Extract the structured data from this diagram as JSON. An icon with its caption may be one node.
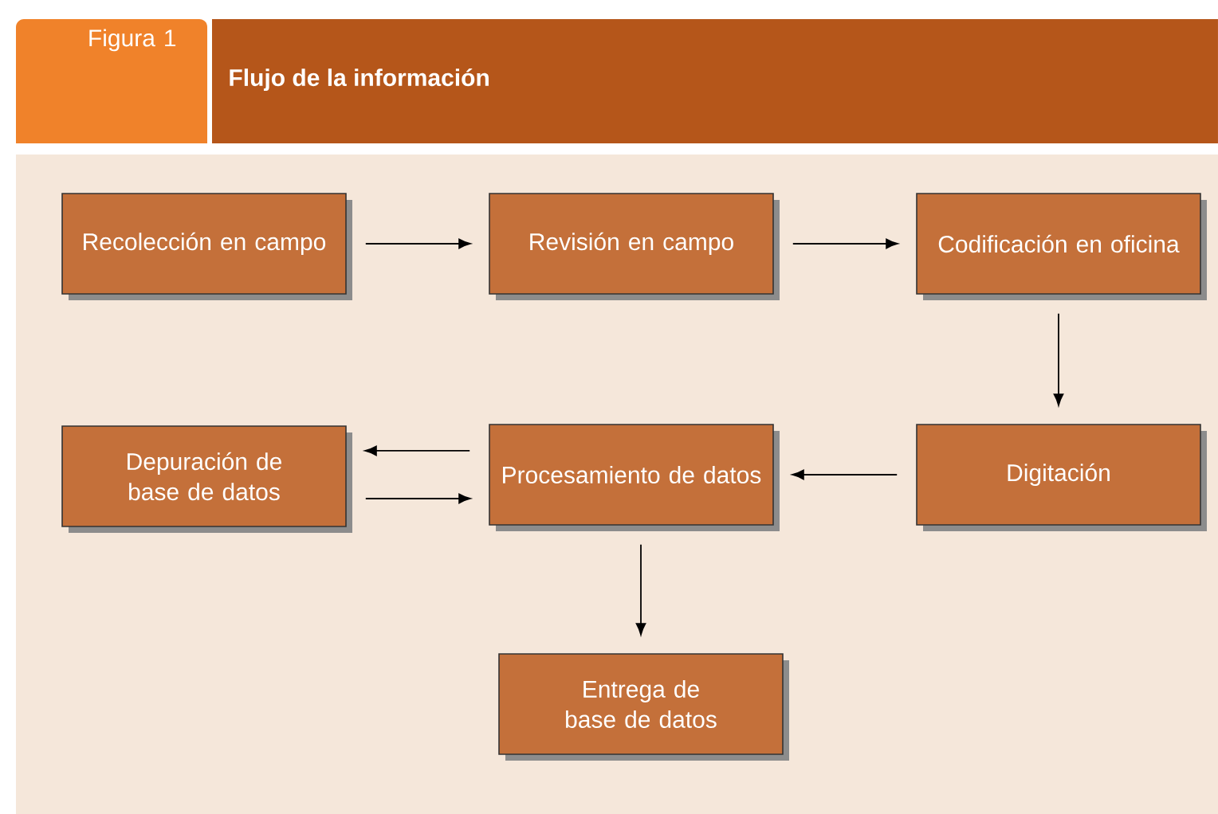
{
  "diagram": {
    "title": "Flujo de la información",
    "nodes": [
      {
        "text": [
          "Recolección en campo"
        ]
      },
      {
        "text": [
          "Revisión en campo"
        ]
      },
      {
        "text": [
          "Codificación en oficina"
        ]
      },
      {
        "text": [
          "Digitación"
        ]
      },
      {
        "text": [
          "Procesamiento de datos"
        ]
      },
      {
        "text": [
          "Depuración de base de datos"
        ]
      },
      {
        "text": [
          "Entrega de base de datos"
        ]
      }
    ],
    "edges": [
      {
        "from": 0,
        "to": 1,
        "arrow": "to"
      },
      {
        "from": 1,
        "to": 2,
        "arrow": "to"
      },
      {
        "from": 2,
        "to": 3,
        "arrow": "to"
      },
      {
        "from": 3,
        "to": 4,
        "arrow": "to"
      },
      {
        "from": 4,
        "to": 5,
        "arrow": "to"
      },
      {
        "from": 5,
        "to": 4,
        "arrow": "to"
      },
      {
        "from": 4,
        "to": 6,
        "arrow": "to"
      }
    ],
    "labels": [
      "Figura 1"
    ]
  }
}
